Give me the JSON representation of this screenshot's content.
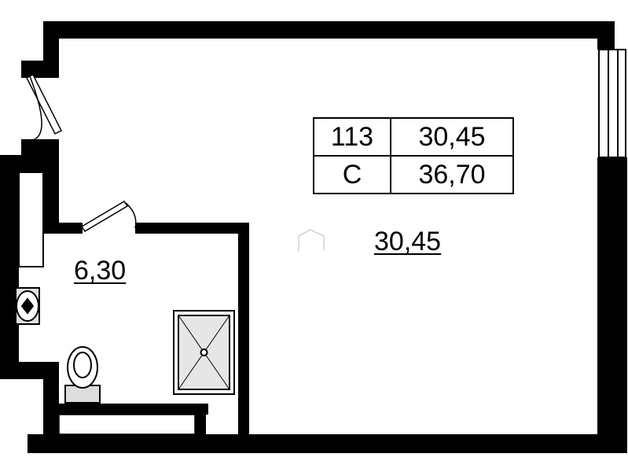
{
  "apartment_info": {
    "number": "113",
    "living_area": "30,45",
    "type": "С",
    "total_area": "36,70"
  },
  "rooms": {
    "main_room_area": "30,45",
    "bathroom_area": "6,30"
  }
}
